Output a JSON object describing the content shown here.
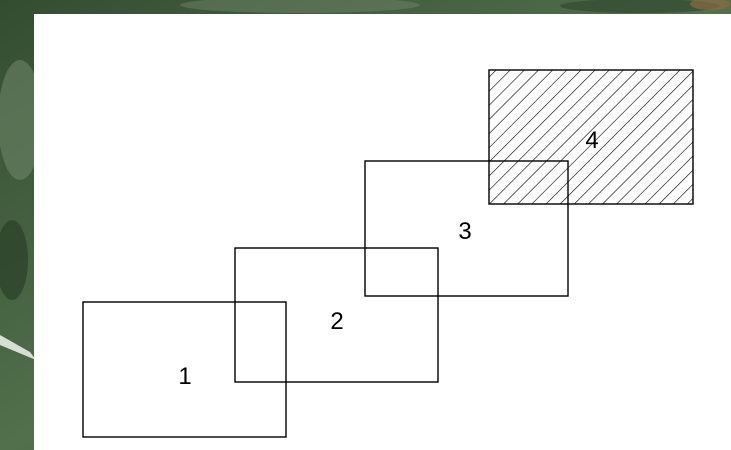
{
  "diagram": {
    "rectangles": [
      {
        "label": "1",
        "hatched": false
      },
      {
        "label": "2",
        "hatched": false
      },
      {
        "label": "3",
        "hatched": false
      },
      {
        "label": "4",
        "hatched": true
      }
    ]
  },
  "colors": {
    "panel": "#ffffff",
    "stroke": "#000000",
    "satellite_dark": "#2f4a2e",
    "satellite_mid": "#4d6a49",
    "satellite_light": "#7f9477"
  }
}
